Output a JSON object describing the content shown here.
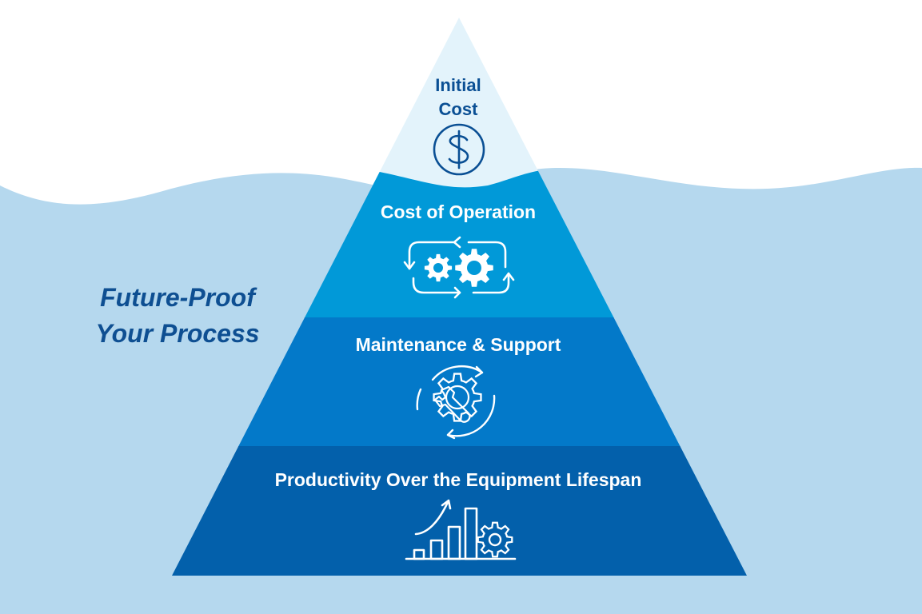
{
  "tagline": {
    "line1": "Future-Proof",
    "line2": "Your Process"
  },
  "tiers": [
    {
      "label_line1": "Initial",
      "label_line2": "Cost",
      "icon": "dollar-icon",
      "color": "#e3f3fb"
    },
    {
      "label": "Cost of Operation",
      "icon": "gears-cycle-icon",
      "color": "#0199d8"
    },
    {
      "label": "Maintenance & Support",
      "icon": "maintenance-wrench-gear-icon",
      "color": "#0379c9"
    },
    {
      "label": "Productivity Over the Equipment Lifespan",
      "icon": "growth-chart-gear-icon",
      "color": "#0360ab"
    }
  ],
  "colors": {
    "water": "#b5d8ee",
    "background": "#ffffff",
    "dark_text": "#0e4f92",
    "light_text": "#ffffff"
  }
}
